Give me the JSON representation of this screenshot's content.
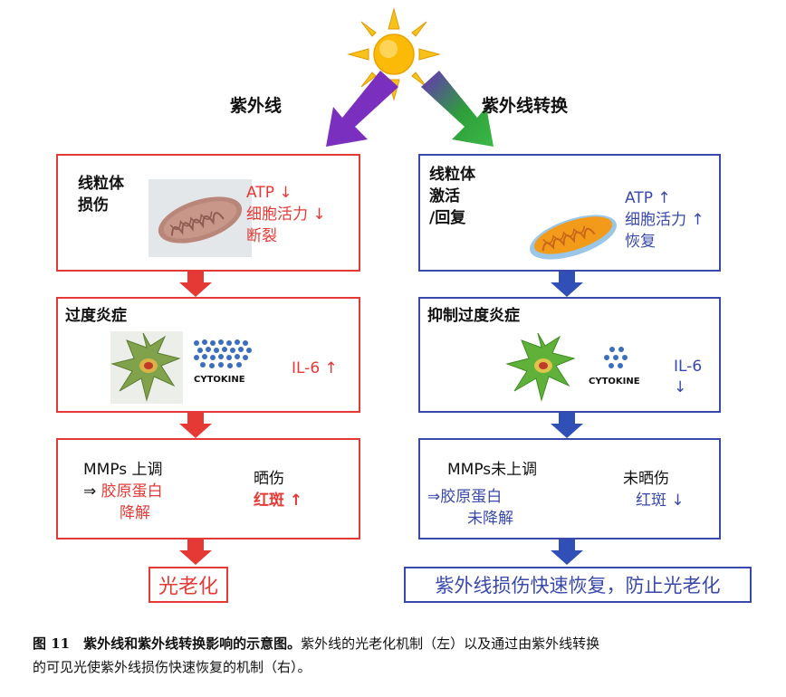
{
  "arrows": {
    "left_label": "紫外线",
    "right_label": "紫外线转换"
  },
  "left": {
    "box1": {
      "title_line1": "线粒体",
      "title_line2": "损伤",
      "effects": [
        "ATP ↓",
        "细胞活力 ↓",
        "断裂"
      ]
    },
    "box2": {
      "title": "过度炎症",
      "cytokine_label": "CYTOKINE",
      "effect": "IL-6 ↑"
    },
    "box3": {
      "line1": "MMPs 上调",
      "line2_prefix": "⇒ ",
      "line2_red": "胶原蛋白",
      "line3": "降解",
      "side1": "晒伤",
      "side2": "红斑 ↑"
    },
    "outcome": "光老化"
  },
  "right": {
    "box1": {
      "title_line1": "线粒体",
      "title_line2": "激活",
      "title_line3": "/回复",
      "effects": [
        "ATP ↑",
        "细胞活力 ↑",
        "恢复"
      ]
    },
    "box2": {
      "title": "抑制过度炎症",
      "cytokine_label": "CYTOKINE",
      "effect": "IL-6 ↓"
    },
    "box3": {
      "line1": "MMPs未上调",
      "line2": "⇒胶原蛋白",
      "line3": "未降解",
      "side1": "未晒伤",
      "side2": "红斑 ↓"
    },
    "outcome": "紫外线损伤快速恢复，防止光老化"
  },
  "caption": {
    "bold": "图 11　紫外线和紫外线转换影响的示意图。",
    "normal": "紫外线的光老化机制（左）以及通过由紫外线转换",
    "line2": "的可见光使紫外线损伤快速恢复的机制（右）。"
  },
  "colors": {
    "red": "#e53935",
    "blue": "#3949ab",
    "purple": "#7b2fbe",
    "green": "#2e9e3a",
    "sun": "#f5b800"
  }
}
